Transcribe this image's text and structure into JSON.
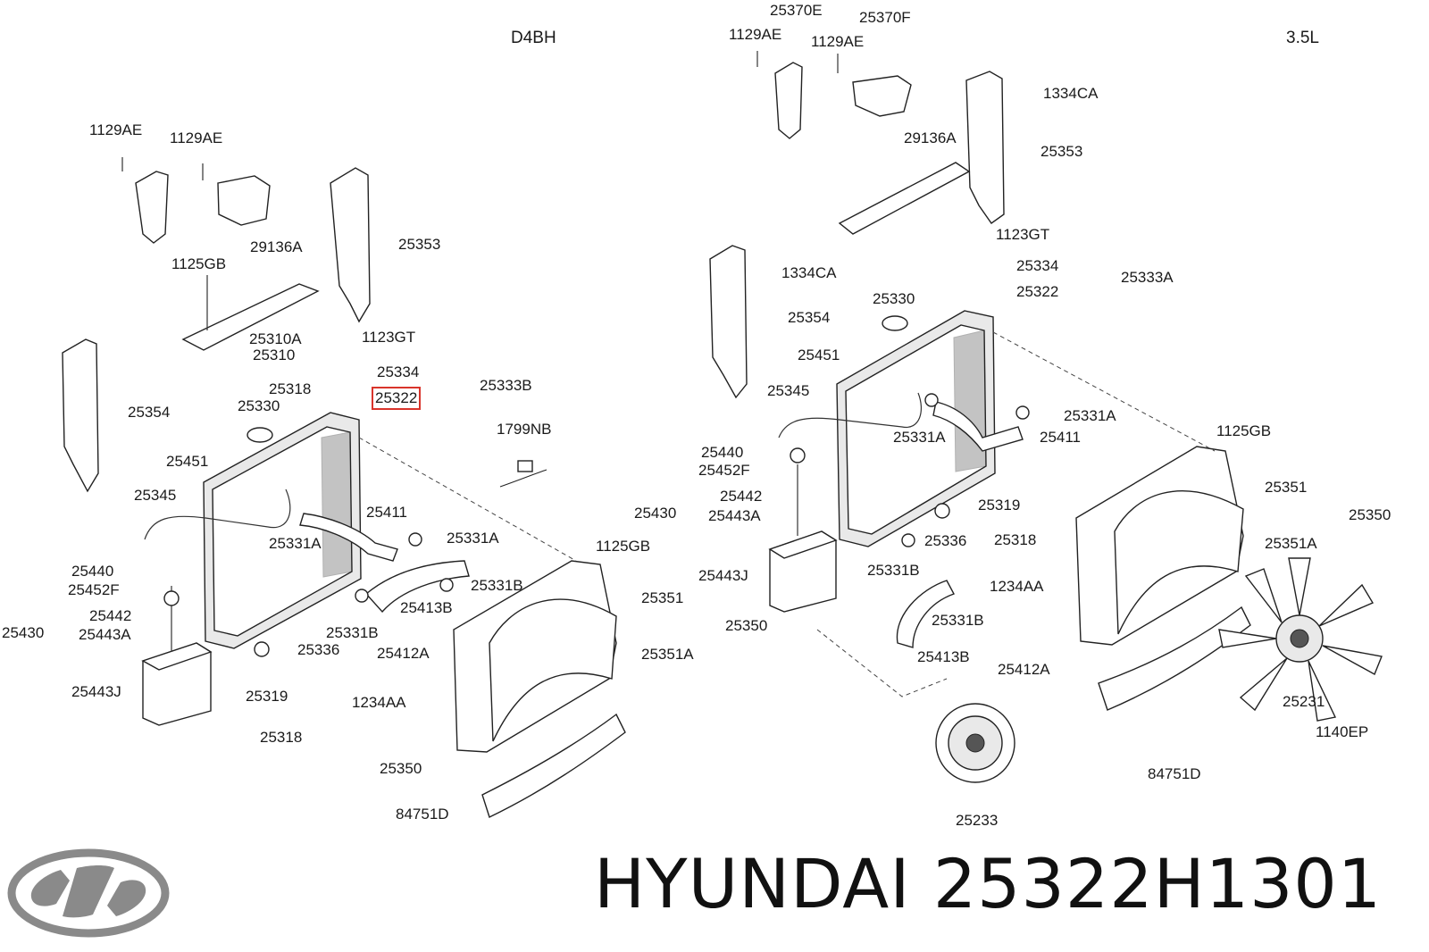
{
  "engines": {
    "left": "D4BH",
    "right": "3.5L"
  },
  "footer": {
    "brand": "HYUNDAI",
    "part_number": "25322H1301"
  },
  "highlight_part": "25322",
  "left_callouts": [
    "1129AE",
    "1129AE",
    "1125GB",
    "29136A",
    "25353",
    "25354",
    "25310A",
    "25310",
    "25318",
    "25330",
    "1123GT",
    "25334",
    "25322",
    "25333B",
    "1799NB",
    "25451",
    "25345",
    "25411",
    "25331A",
    "25331A",
    "25331B",
    "25413B",
    "25331B",
    "25412A",
    "25336",
    "25319",
    "25318",
    "25440",
    "25452F",
    "25442",
    "25430",
    "25443A",
    "25443J",
    "1125GB",
    "25351",
    "25350",
    "25351A",
    "1234AA",
    "25350",
    "84751D"
  ],
  "right_callouts": [
    "25370E",
    "1129AE",
    "25370F",
    "1129AE",
    "1334CA",
    "29136A",
    "25353",
    "1123GT",
    "25334",
    "25333A",
    "25322",
    "1334CA",
    "25330",
    "25354",
    "25451",
    "25345",
    "25331A",
    "25331A",
    "25411",
    "25440",
    "25452F",
    "25442",
    "25430",
    "25443A",
    "25443J",
    "1125GB",
    "25351",
    "25350",
    "25351A",
    "25319",
    "25318",
    "25336",
    "25331B",
    "1234AA",
    "25331B",
    "25413B",
    "25412A",
    "25231",
    "1140EP",
    "84751D",
    "25233"
  ]
}
